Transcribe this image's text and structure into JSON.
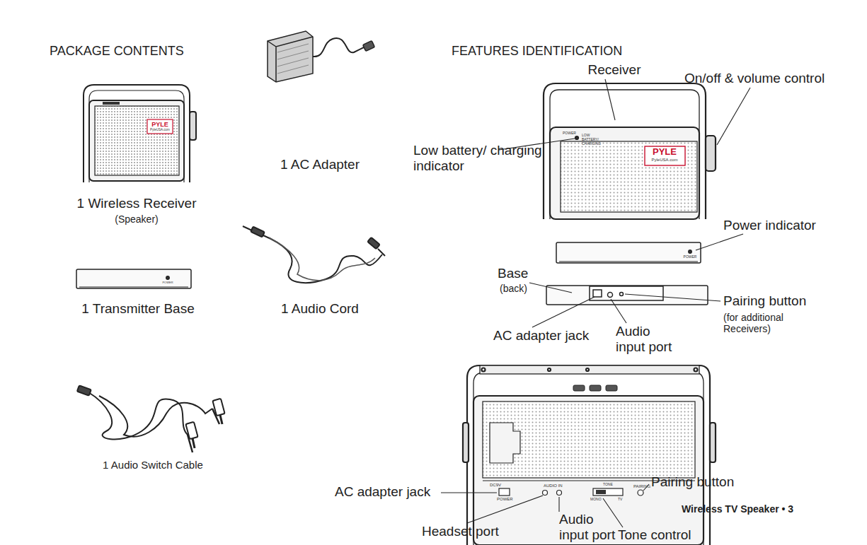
{
  "diagram": {
    "labels": [
      "PACKAGE CONTENTS",
      "FEATURES IDENTIFICATION",
      "1 Wireless Receiver",
      "(Speaker)",
      "1 AC Adapter",
      "1 Transmitter Base",
      "1 Audio Cord",
      "1 Audio Switch Cable",
      "Receiver",
      "On/off & volume control",
      "Low battery/ charging indicator",
      "Power indicator",
      "Base",
      "(back)",
      "AC adapter jack",
      "Audio input port",
      "Pairing button",
      "(for additional Receivers)",
      "AC adapter jack",
      "Headset port",
      "Audio input port",
      "Tone control",
      "Pairing button",
      "Wireless TV Speaker • 3",
      "PYLE",
      "PyleUSA.com",
      "POWER",
      "PYLE",
      "PyleUSA.com",
      "POWER",
      "LOW BATTERY/ CHARGING",
      "POWER",
      "DC9V",
      "POWER",
      "AUDIO IN",
      "TONE",
      "MONO",
      "TV",
      "PAIRING"
    ]
  }
}
